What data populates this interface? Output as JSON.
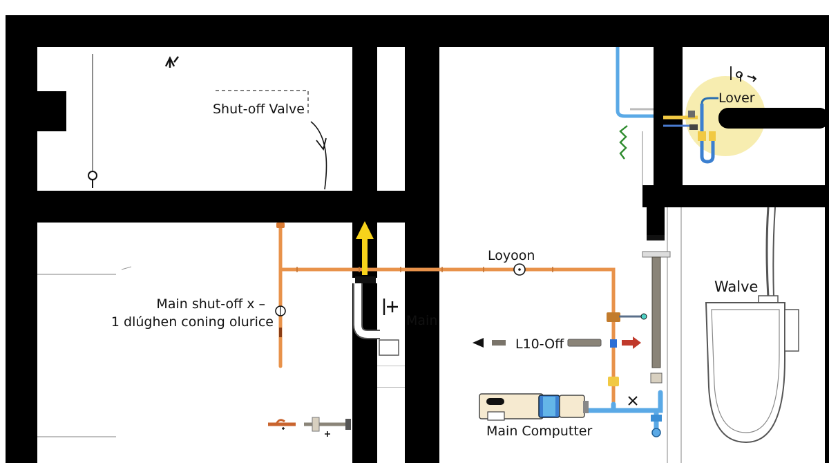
{
  "labels": {
    "shutoff_valve": "Shut-off Valve",
    "loyoon": "Loyoon",
    "main_shutoff_line1": "Main shut-off x –",
    "main_shutoff_line2": "1 dlúghen coning olurice",
    "main": "Main",
    "l10_off": "L10-Off",
    "main_computter": "Main Computter",
    "walve": "Walve",
    "lover": "Lover"
  },
  "colors": {
    "wall": "#000000",
    "copper_pipe": "#e8924a",
    "blue_pipe": "#5aa9e6",
    "yellow_arrow": "#f7d21b",
    "red_arrow": "#c0392b",
    "highlight": "#f6eaa2",
    "green_zigzag": "#2e8b2e",
    "grey_pipe": "#8a8478"
  }
}
